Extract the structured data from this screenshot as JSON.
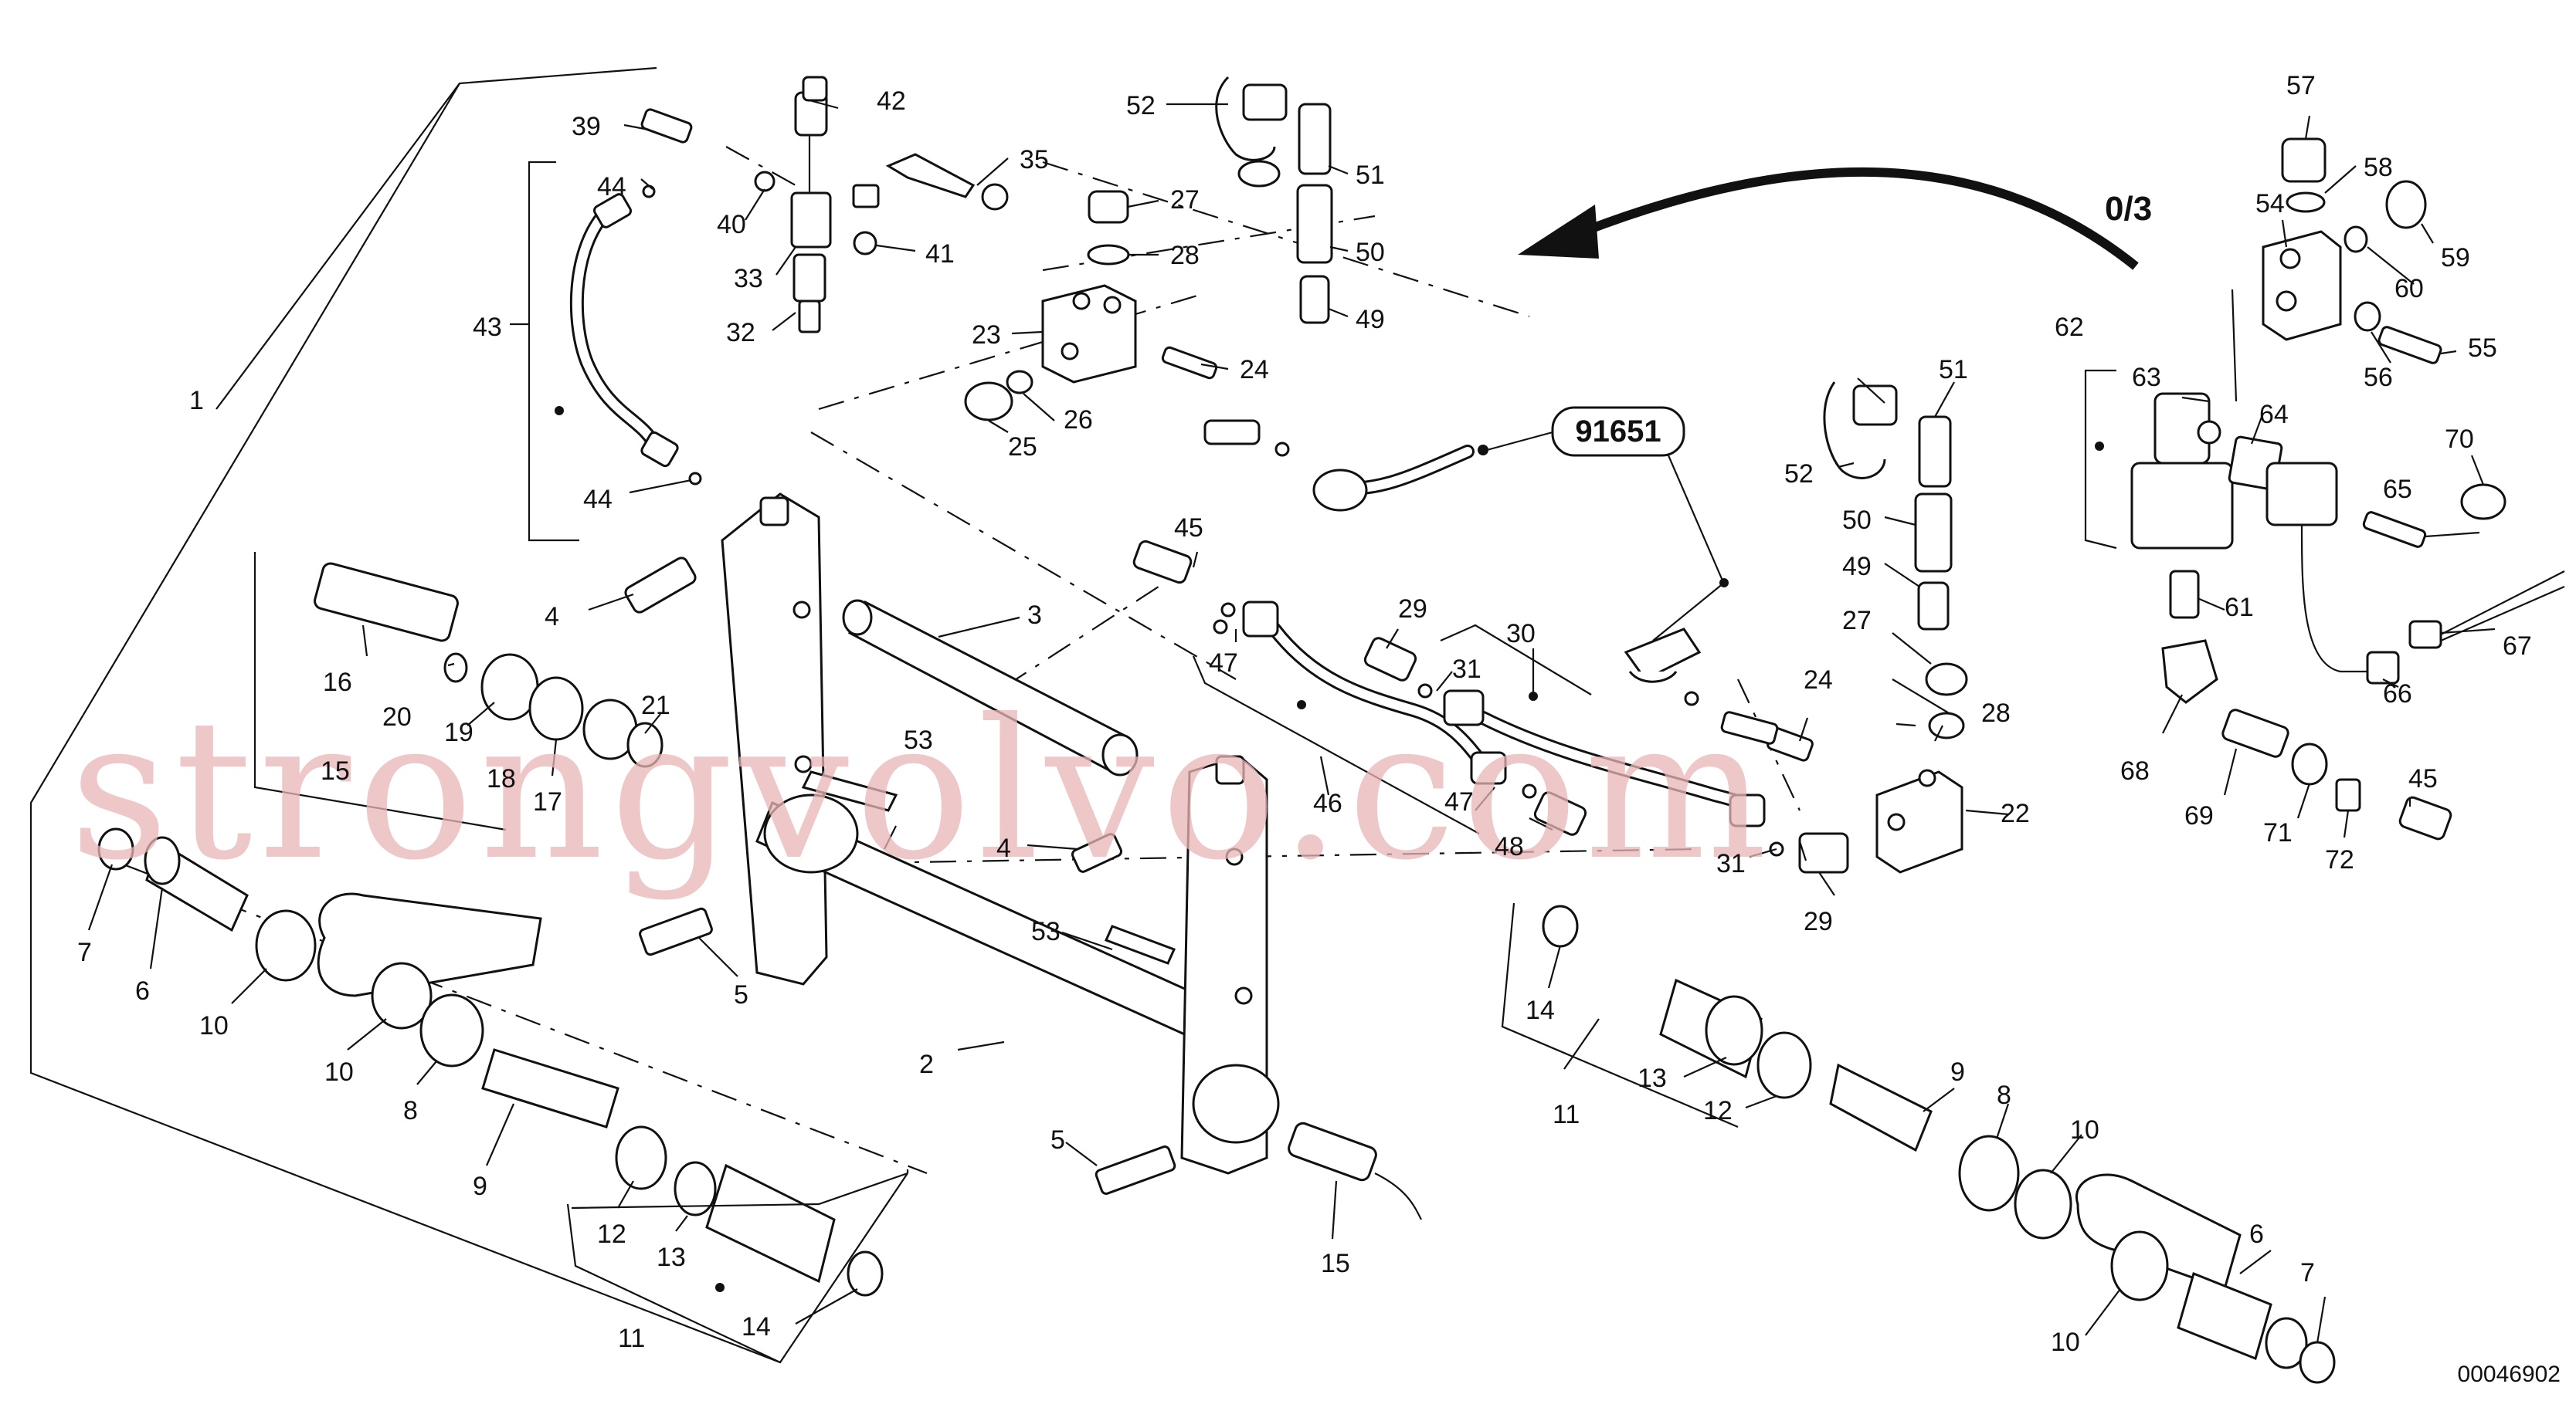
{
  "diagram": {
    "labels": [
      {
        "id": "l1",
        "text": "1"
      },
      {
        "id": "l2",
        "text": "2"
      },
      {
        "id": "l3",
        "text": "3"
      },
      {
        "id": "l4a",
        "text": "4"
      },
      {
        "id": "l4b",
        "text": "4"
      },
      {
        "id": "l5a",
        "text": "5"
      },
      {
        "id": "l5b",
        "text": "5"
      },
      {
        "id": "l6a",
        "text": "6"
      },
      {
        "id": "l6b",
        "text": "6"
      },
      {
        "id": "l7a",
        "text": "7"
      },
      {
        "id": "l7b",
        "text": "7"
      },
      {
        "id": "l8a",
        "text": "8"
      },
      {
        "id": "l8b",
        "text": "8"
      },
      {
        "id": "l9a",
        "text": "9"
      },
      {
        "id": "l9b",
        "text": "9"
      },
      {
        "id": "l10a",
        "text": "10"
      },
      {
        "id": "l10b",
        "text": "10"
      },
      {
        "id": "l10c",
        "text": "10"
      },
      {
        "id": "l10d",
        "text": "10"
      },
      {
        "id": "l11a",
        "text": "11"
      },
      {
        "id": "l11b",
        "text": "11"
      },
      {
        "id": "l12a",
        "text": "12"
      },
      {
        "id": "l12b",
        "text": "12"
      },
      {
        "id": "l13a",
        "text": "13"
      },
      {
        "id": "l13b",
        "text": "13"
      },
      {
        "id": "l14a",
        "text": "14"
      },
      {
        "id": "l14b",
        "text": "14"
      },
      {
        "id": "l15a",
        "text": "15"
      },
      {
        "id": "l15b",
        "text": "15"
      },
      {
        "id": "l16",
        "text": "16"
      },
      {
        "id": "l17",
        "text": "17"
      },
      {
        "id": "l18",
        "text": "18"
      },
      {
        "id": "l19",
        "text": "19"
      },
      {
        "id": "l20",
        "text": "20"
      },
      {
        "id": "l21",
        "text": "21"
      },
      {
        "id": "l22",
        "text": "22"
      },
      {
        "id": "l23",
        "text": "23"
      },
      {
        "id": "l24a",
        "text": "24"
      },
      {
        "id": "l24b",
        "text": "24"
      },
      {
        "id": "l25",
        "text": "25"
      },
      {
        "id": "l26",
        "text": "26"
      },
      {
        "id": "l27a",
        "text": "27"
      },
      {
        "id": "l27b",
        "text": "27"
      },
      {
        "id": "l28a",
        "text": "28"
      },
      {
        "id": "l28b",
        "text": "28"
      },
      {
        "id": "l29a",
        "text": "29"
      },
      {
        "id": "l29b",
        "text": "29"
      },
      {
        "id": "l30",
        "text": "30"
      },
      {
        "id": "l31a",
        "text": "31"
      },
      {
        "id": "l31b",
        "text": "31"
      },
      {
        "id": "l32",
        "text": "32"
      },
      {
        "id": "l33",
        "text": "33"
      },
      {
        "id": "l35",
        "text": "35"
      },
      {
        "id": "l39",
        "text": "39"
      },
      {
        "id": "l40",
        "text": "40"
      },
      {
        "id": "l41",
        "text": "41"
      },
      {
        "id": "l42",
        "text": "42"
      },
      {
        "id": "l43",
        "text": "43"
      },
      {
        "id": "l44a",
        "text": "44"
      },
      {
        "id": "l44b",
        "text": "44"
      },
      {
        "id": "l45a",
        "text": "45"
      },
      {
        "id": "l45b",
        "text": "45"
      },
      {
        "id": "l46",
        "text": "46"
      },
      {
        "id": "l47a",
        "text": "47"
      },
      {
        "id": "l47b",
        "text": "47"
      },
      {
        "id": "l48",
        "text": "48"
      },
      {
        "id": "l49a",
        "text": "49"
      },
      {
        "id": "l49b",
        "text": "49"
      },
      {
        "id": "l50a",
        "text": "50"
      },
      {
        "id": "l50b",
        "text": "50"
      },
      {
        "id": "l51a",
        "text": "51"
      },
      {
        "id": "l51b",
        "text": "51"
      },
      {
        "id": "l52a",
        "text": "52"
      },
      {
        "id": "l52b",
        "text": "52"
      },
      {
        "id": "l53a",
        "text": "53"
      },
      {
        "id": "l53b",
        "text": "53"
      },
      {
        "id": "l54",
        "text": "54"
      },
      {
        "id": "l55",
        "text": "55"
      },
      {
        "id": "l56",
        "text": "56"
      },
      {
        "id": "l57",
        "text": "57"
      },
      {
        "id": "l58",
        "text": "58"
      },
      {
        "id": "l59",
        "text": "59"
      },
      {
        "id": "l60",
        "text": "60"
      },
      {
        "id": "l61",
        "text": "61"
      },
      {
        "id": "l62",
        "text": "62"
      },
      {
        "id": "l63",
        "text": "63"
      },
      {
        "id": "l64",
        "text": "64"
      },
      {
        "id": "l65",
        "text": "65"
      },
      {
        "id": "l66",
        "text": "66"
      },
      {
        "id": "l67",
        "text": "67"
      },
      {
        "id": "l68",
        "text": "68"
      },
      {
        "id": "l69",
        "text": "69"
      },
      {
        "id": "l70",
        "text": "70"
      },
      {
        "id": "l71",
        "text": "71"
      },
      {
        "id": "l72",
        "text": "72"
      }
    ],
    "ref_code": "91651",
    "variant_label": "0/3",
    "drawing_number": "00046902",
    "watermark": "strongvolvo.com"
  }
}
